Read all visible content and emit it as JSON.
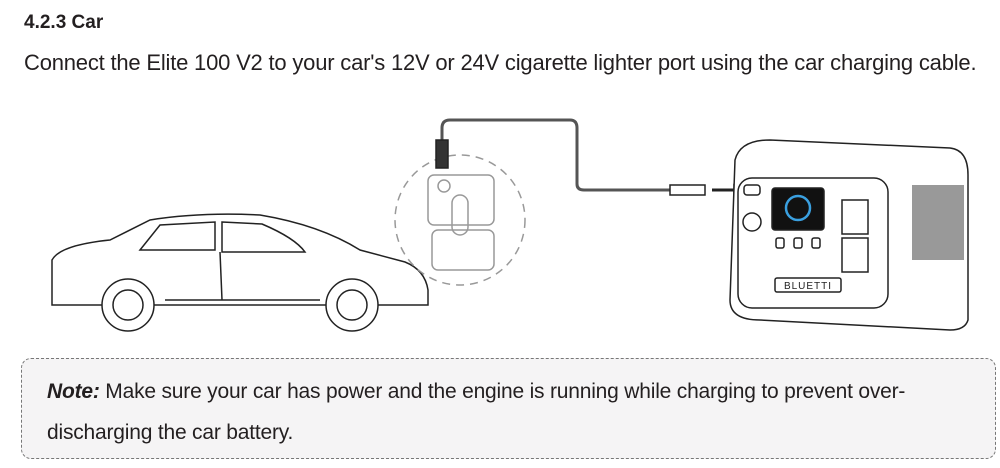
{
  "section": {
    "heading": "4.2.3 Car",
    "body": "Connect the Elite 100 V2 to your car's 12V or 24V cigarette lighter port using the car charging cable."
  },
  "illustration": {
    "brand_logo": "BLUETTI"
  },
  "note": {
    "label": "Note:",
    "text": " Make sure your car has power and the engine is running while charging to prevent over-discharging the car battery."
  }
}
